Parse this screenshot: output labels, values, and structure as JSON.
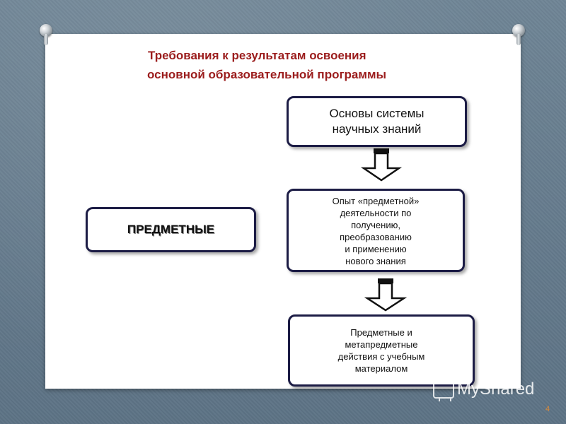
{
  "slide": {
    "title_line1": "Требования к результатам  освоения",
    "title_line2": "основной образовательной  программы",
    "left_box_label": "ПРЕДМЕТНЫЕ",
    "box1_line1": "Основы системы",
    "box1_line2": "научных знаний",
    "box2_lines": [
      "Опыт «предметной»",
      "деятельности по",
      "получению,",
      "преобразованию",
      "и применению",
      "нового знания"
    ],
    "box3_lines": [
      "Предметные и",
      "метапредметные",
      "действия с учебным",
      "материалом"
    ],
    "page_number": "4",
    "watermark": "MyShared"
  },
  "colors": {
    "title": "#9b1d1d",
    "box_border": "#1c1c45",
    "background": "#6f8596"
  }
}
